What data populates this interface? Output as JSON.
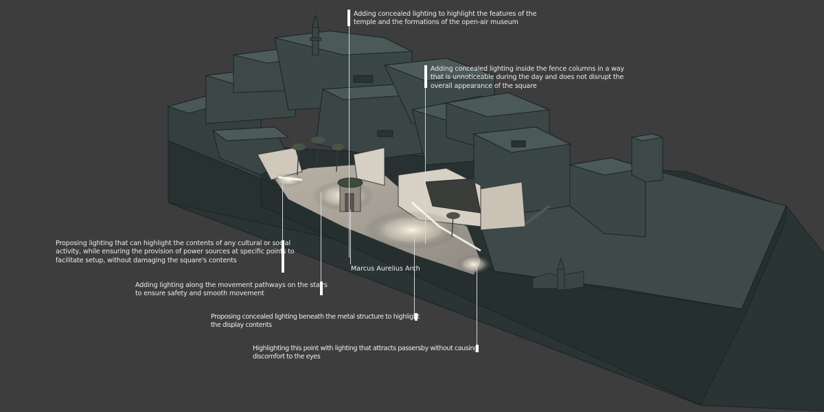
{
  "diagram": {
    "subject": "Night lighting proposal — 3D massing model of square with Marcus Aurelius Arch",
    "colors": {
      "background": "#3d3d3d",
      "building_fill": "#3f4b4b",
      "building_top": "#4a5757",
      "building_edge": "#1d2424",
      "lit_facade": "#d9d3c7",
      "light_glow": "#fff6e4",
      "annotation_text": "#ececec",
      "annotation_bar": "#ffffff"
    },
    "landmark_label": "Marcus Aurelius Arch",
    "annotations": [
      {
        "id": "temple",
        "lines": [
          "Adding concealed lighting to highlight the features of the",
          "temple and the formations of the open-air museum"
        ]
      },
      {
        "id": "fence-columns",
        "lines": [
          "Adding concealed lighting inside the fence columns in a way",
          "that is unnoticeable during the day and does not disrupt the",
          "overall appearance of the square"
        ]
      },
      {
        "id": "cultural-activity",
        "lines": [
          "Proposing lighting that can highlight the contents of any cultural or social",
          "activity, while ensuring the provision of power sources at specific points to",
          "facilitate setup, without damaging the square's contents"
        ]
      },
      {
        "id": "stairs",
        "lines": [
          "Adding lighting along the movement pathways on the stairs",
          "to ensure safety and smooth movement"
        ]
      },
      {
        "id": "metal-structure",
        "lines": [
          "Proposing concealed lighting beneath the metal structure to highlight",
          "the display contents"
        ]
      },
      {
        "id": "passersby",
        "lines": [
          "Highlighting this point with lighting that attracts passersby without causing",
          "discomfort to the eyes"
        ]
      }
    ]
  }
}
